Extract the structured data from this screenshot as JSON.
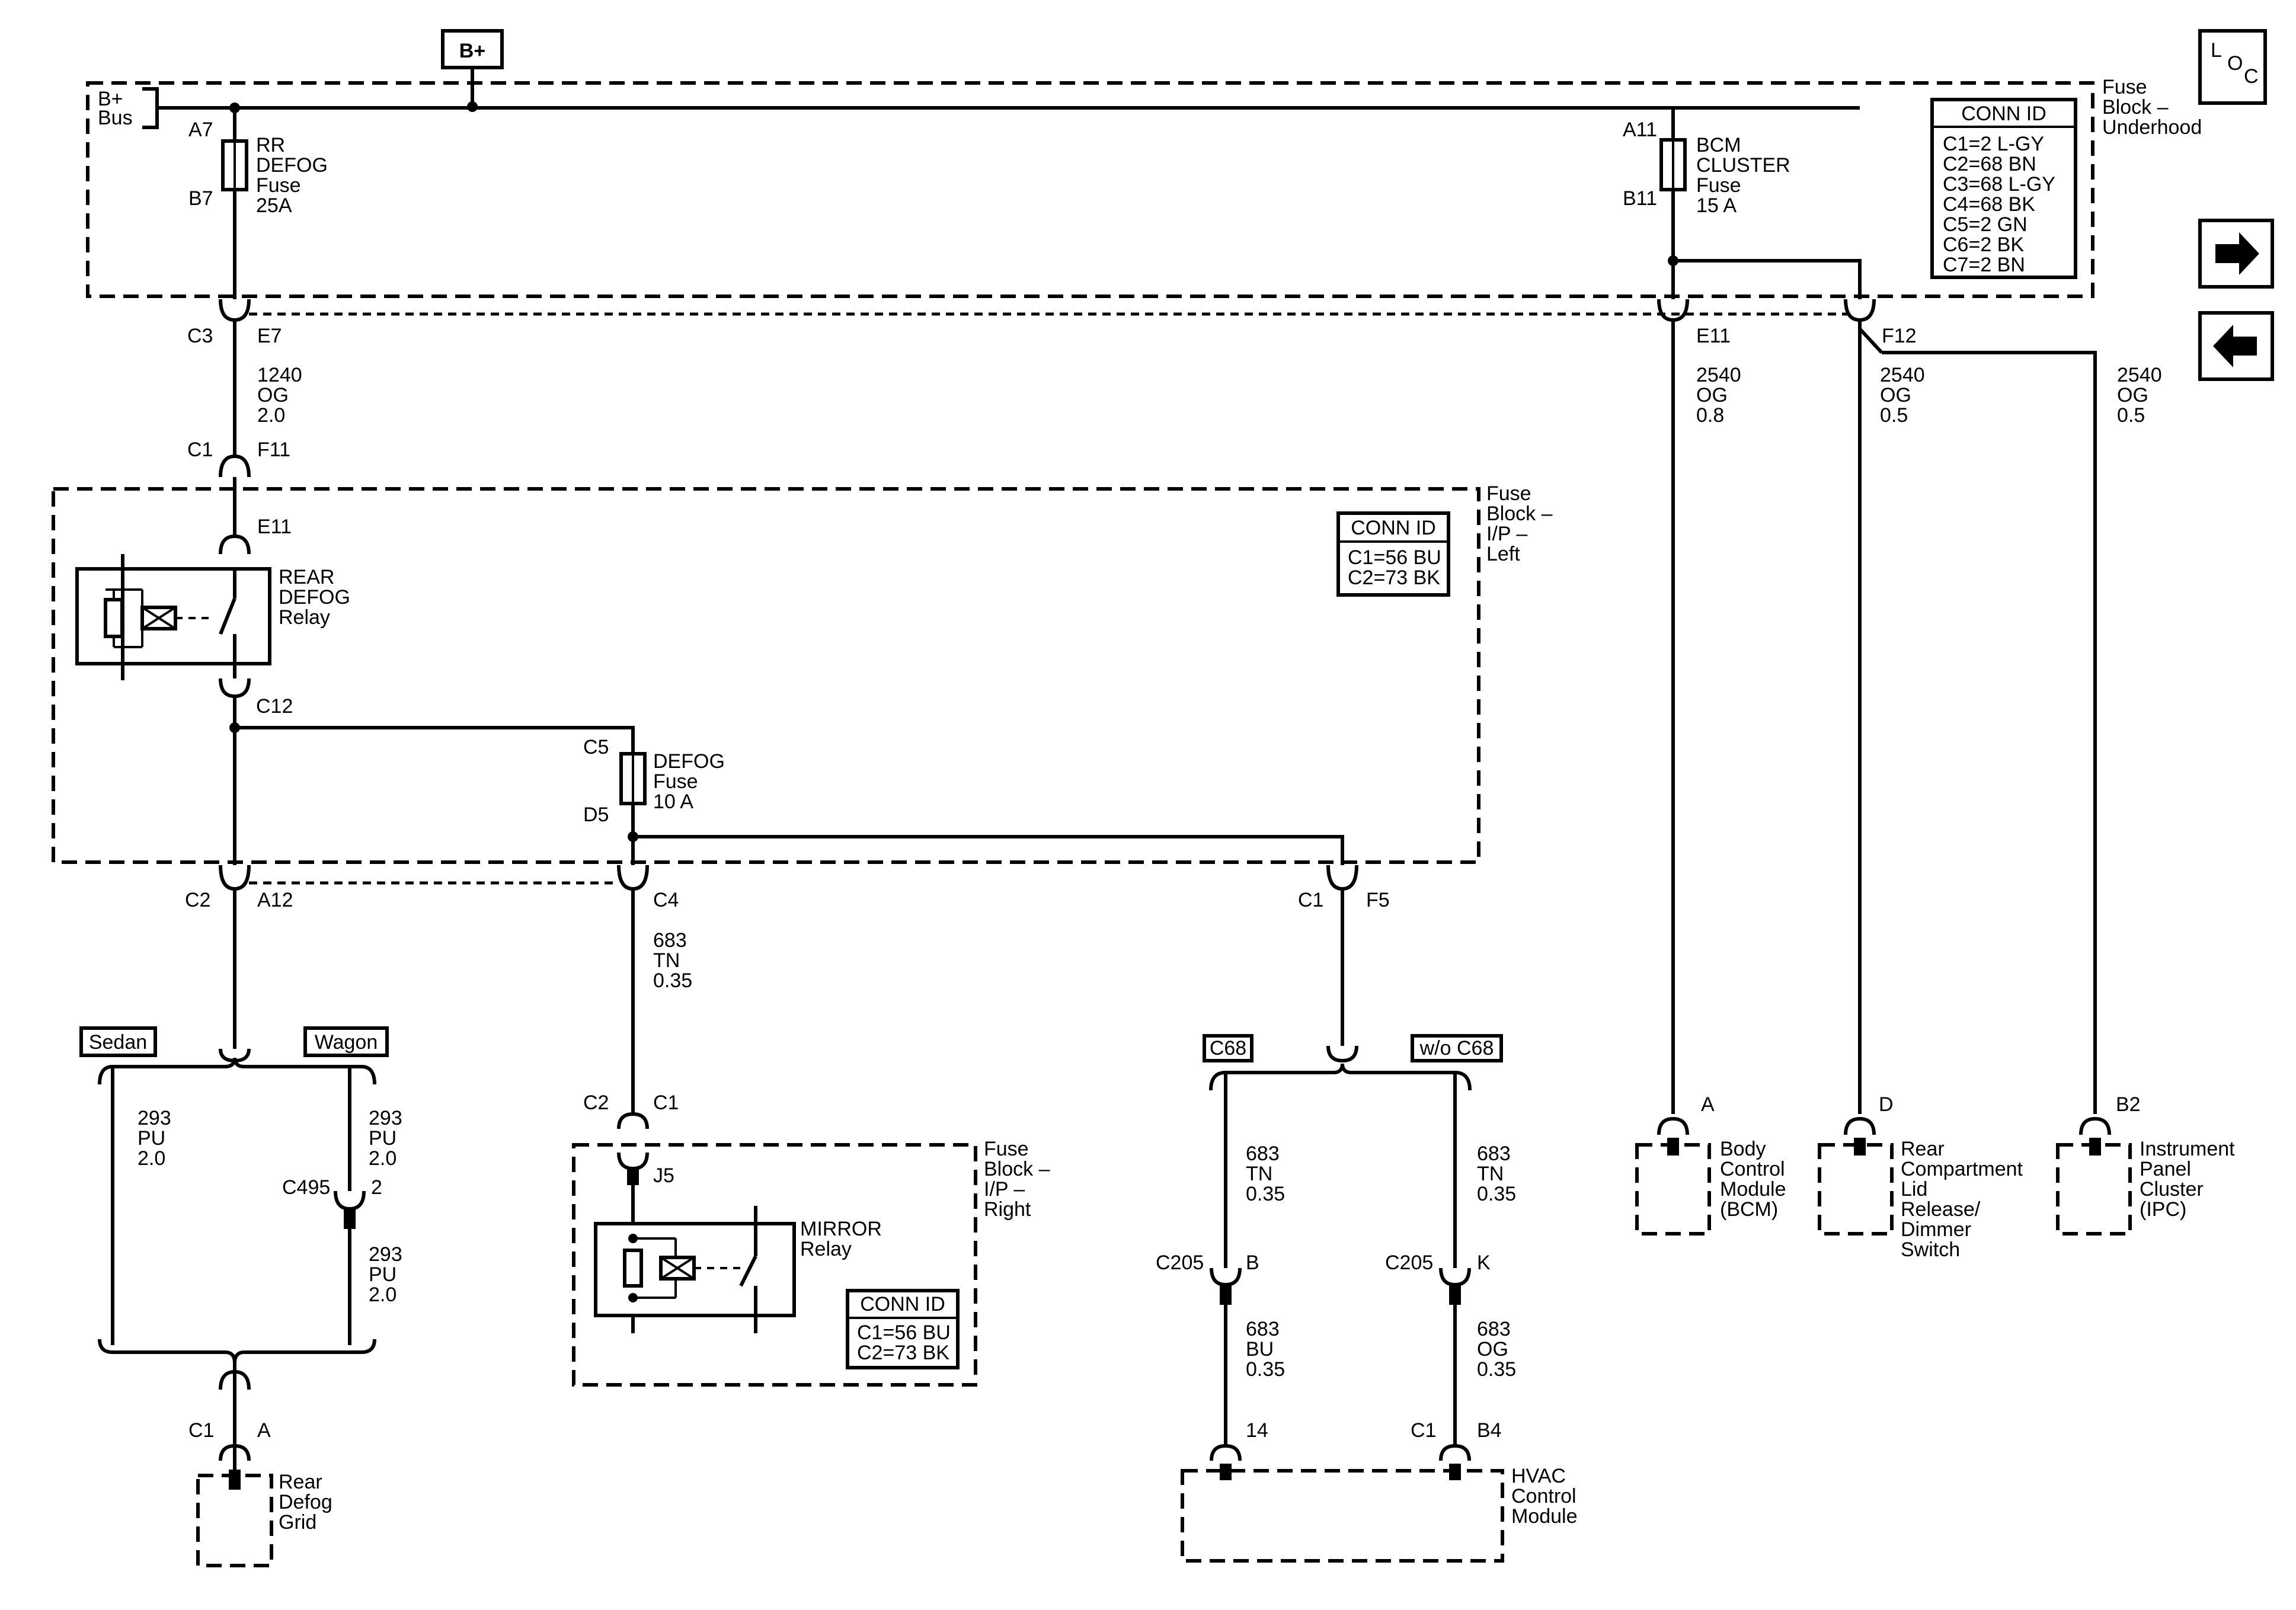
{
  "bplus": "B+",
  "bplus_bus": [
    "B+",
    "Bus"
  ],
  "loc": {
    "l": "L",
    "o": "O",
    "c": "C"
  },
  "underhood": {
    "title": [
      "Fuse",
      "Block –",
      "Underhood"
    ],
    "rr_fuse": {
      "top": "A7",
      "bottom": "B7",
      "label": [
        "RR",
        "DEFOG",
        "Fuse",
        "25A"
      ]
    },
    "bcm_fuse": {
      "top": "A11",
      "bottom": "B11",
      "label": [
        "BCM",
        "CLUSTER",
        "Fuse",
        "15 A"
      ]
    },
    "conn_title": "CONN ID",
    "conn": [
      "C1=2 L-GY",
      "C2=68 BN",
      "C3=68 L-GY",
      "C4=68 BK",
      "C5=2 GN",
      "C6=2 BK",
      "C7=2 BN"
    ]
  },
  "conn_rr_out": {
    "conn": "C3",
    "pin": "E7"
  },
  "wire_1240": [
    "1240",
    "OG",
    "2.0"
  ],
  "conn_ip_in": {
    "conn": "C1",
    "pin": "F11"
  },
  "ip_left": {
    "title": [
      "Fuse",
      "Block –",
      "I/P –",
      "Left"
    ],
    "conn_title": "CONN ID",
    "conn": [
      "C1=56 BU",
      "C2=73 BK"
    ],
    "relay_top": "E11",
    "relay_label": [
      "REAR",
      "DEFOG",
      "Relay"
    ],
    "relay_bottom": "C12",
    "defog_fuse": {
      "top": "C5",
      "bottom": "D5",
      "label": [
        "DEFOG",
        "Fuse",
        "10 A"
      ]
    }
  },
  "conn_c2_a12": {
    "conn": "C2",
    "pin": "A12"
  },
  "conn_c4": "C4",
  "conn_c1_f5": {
    "conn": "C1",
    "pin": "F5"
  },
  "wire_683_tn": [
    "683",
    "TN",
    "0.35"
  ],
  "sedan": "Sedan",
  "wagon": "Wagon",
  "wire_293_a": [
    "293",
    "PU",
    "2.0"
  ],
  "wire_293_b": [
    "293",
    "PU",
    "2.0"
  ],
  "wire_293_c": [
    "293",
    "PU",
    "2.0"
  ],
  "c495": {
    "conn": "C495",
    "pin": "2"
  },
  "defog_grid": {
    "conn": "C1",
    "pin": "A",
    "label": [
      "Rear",
      "Defog",
      "Grid"
    ]
  },
  "ip_right": {
    "conn_top": {
      "conn": "C2",
      "pin": "C1"
    },
    "pin": "J5",
    "title": [
      "Fuse",
      "Block –",
      "I/P –",
      "Right"
    ],
    "relay_label": [
      "MIRROR",
      "Relay"
    ],
    "conn_title": "CONN ID",
    "conn": [
      "C1=56 BU",
      "C2=73 BK"
    ]
  },
  "c68": "C68",
  "wo_c68": "w/o C68",
  "wire_683_tn_l": [
    "683",
    "TN",
    "0.35"
  ],
  "wire_683_tn_r": [
    "683",
    "TN",
    "0.35"
  ],
  "c205_b": {
    "conn": "C205",
    "pin": "B"
  },
  "c205_k": {
    "conn": "C205",
    "pin": "K"
  },
  "wire_683_bu": [
    "683",
    "BU",
    "0.35"
  ],
  "wire_683_og": [
    "683",
    "OG",
    "0.35"
  ],
  "hvac": {
    "pin_left": "14",
    "conn": "C1",
    "pin_right": "B4",
    "label": [
      "HVAC",
      "Control",
      "Module"
    ]
  },
  "pin_e11": "E11",
  "pin_f12": "F12",
  "wire_2540_08": [
    "2540",
    "OG",
    "0.8"
  ],
  "wire_2540_05a": [
    "2540",
    "OG",
    "0.5"
  ],
  "wire_2540_05b": [
    "2540",
    "OG",
    "0.5"
  ],
  "bcm": {
    "pin": "A",
    "label": [
      "Body",
      "Control",
      "Module",
      "(BCM)"
    ]
  },
  "rear_lid": {
    "pin": "D",
    "label": [
      "Rear",
      "Compartment",
      "Lid",
      "Release/",
      "Dimmer",
      "Switch"
    ]
  },
  "ipc": {
    "pin": "B2",
    "label": [
      "Instrument",
      "Panel",
      "Cluster",
      "(IPC)"
    ]
  },
  "nav": {
    "next": "next-page-arrow",
    "prev": "previous-page-arrow"
  }
}
